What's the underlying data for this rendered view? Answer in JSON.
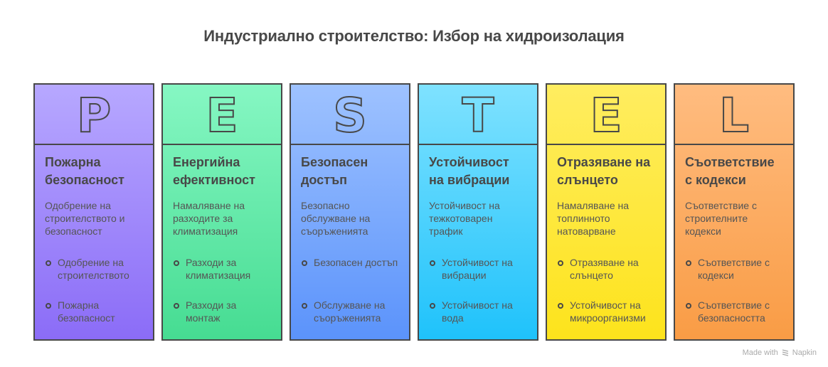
{
  "title": "Индустриално строителство: Избор на хидроизолация",
  "columns": [
    {
      "letter": "P",
      "heading": "Пожарна безопасност",
      "description": "Одобрение на строителството и безопасност",
      "bullets": [
        "Одобрение на строителството",
        "Пожарна безопасност"
      ],
      "color_top": "#b7a8ff",
      "color_bottom": "#8b6cf7"
    },
    {
      "letter": "E",
      "heading": "Енергийна ефективност",
      "description": "Намаляване на разходите за климатизация",
      "bullets": [
        "Разходи за климатизация",
        "Разходи за монтаж"
      ],
      "color_top": "#86f7c3",
      "color_bottom": "#46dc92"
    },
    {
      "letter": "S",
      "heading": "Безопасен достъп",
      "description": "Безопасно обслужване на съоръженията",
      "bullets": [
        "Безопасен достъп",
        "Обслужване на съоръженията"
      ],
      "color_top": "#9ec2ff",
      "color_bottom": "#5b93fb"
    },
    {
      "letter": "T",
      "heading": "Устойчивост на вибрации",
      "description": "Устойчивост на тежкотоварен трафик",
      "bullets": [
        "Устойчивост на вибрации",
        "Устойчивост на вода"
      ],
      "color_top": "#7fe2ff",
      "color_bottom": "#1fc2fb"
    },
    {
      "letter": "E",
      "heading": "Отразяване на слънцето",
      "description": "Намаляване на топлинното натоварване",
      "bullets": [
        "Отразяване на слънцето",
        "Устойчивост на микроорганизми"
      ],
      "color_top": "#ffed60",
      "color_bottom": "#fde31c"
    },
    {
      "letter": "L",
      "heading": "Съответствие с кодекси",
      "description": "Съответствие с строителните кодекси",
      "bullets": [
        "Съответствие с кодекси",
        "Съответствие с безопасността"
      ],
      "color_top": "#ffbc80",
      "color_bottom": "#f99c45"
    }
  ],
  "footer": {
    "made_with": "Made with",
    "brand": "Napkin"
  }
}
